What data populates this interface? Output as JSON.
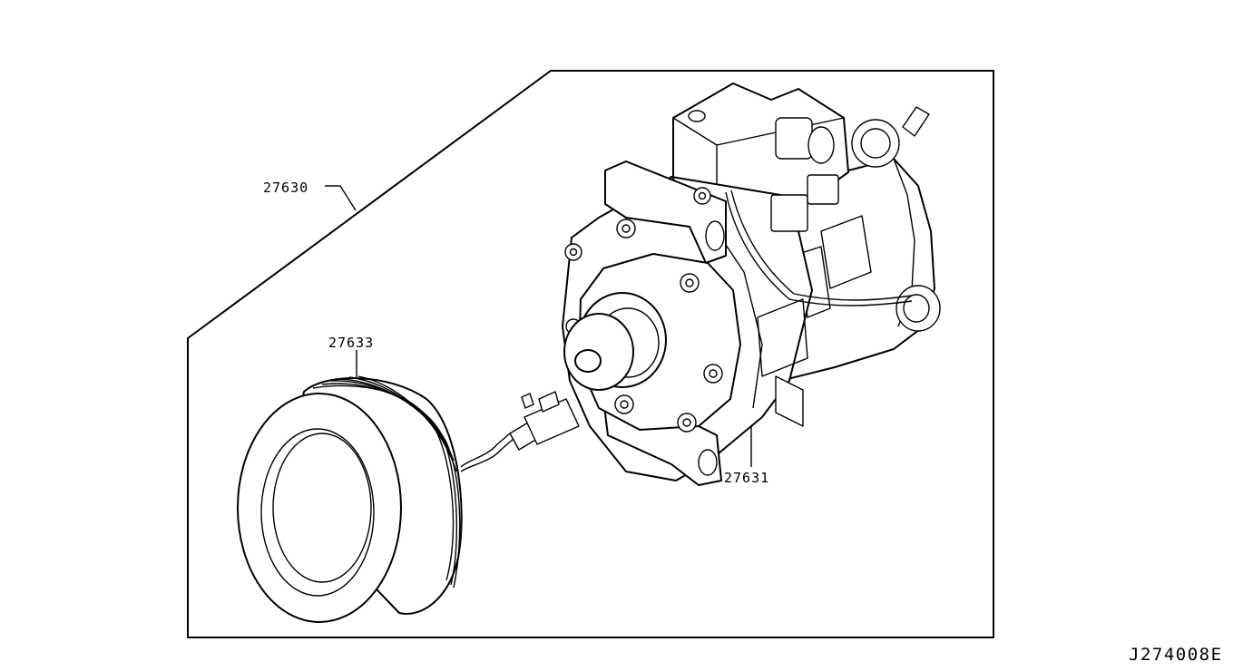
{
  "diagram": {
    "drawing_code": "J274008E",
    "parts": [
      {
        "number": "27630"
      },
      {
        "number": "27633"
      },
      {
        "number": "27631"
      }
    ]
  },
  "colors": {
    "line": "#000000",
    "background": "#ffffff"
  },
  "icons": [
    "compressor-assembly-drawing",
    "clutch-pulley-drawing",
    "clutch-connector-drawing"
  ]
}
